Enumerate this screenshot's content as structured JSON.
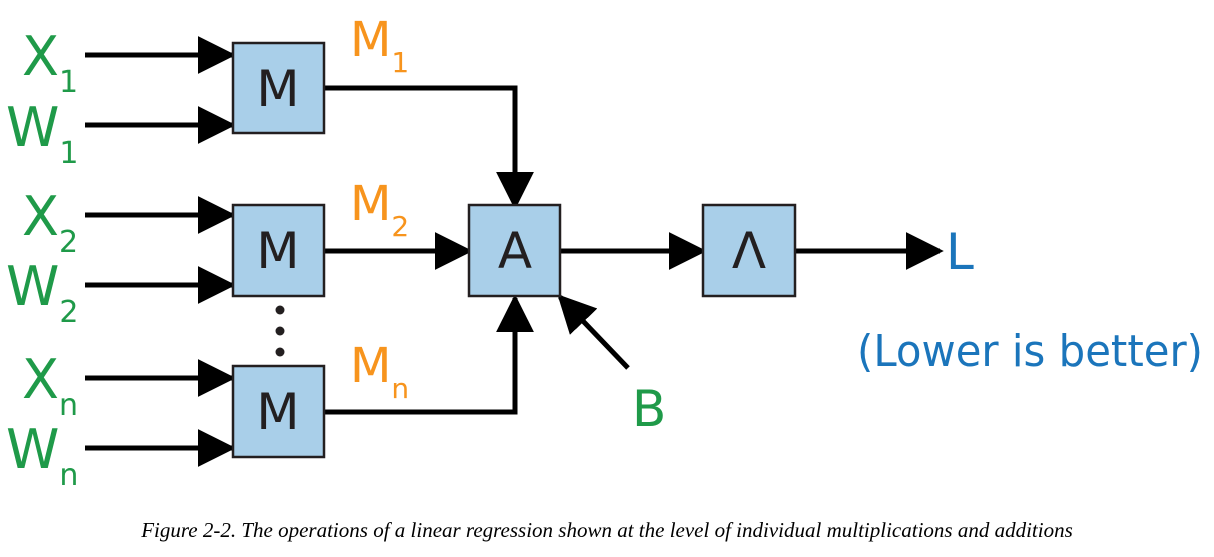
{
  "colors": {
    "input": "#1f9a49",
    "product": "#f7941d",
    "output": "#1b75bb",
    "box_fill": "#a9cfe9",
    "box_stroke": "#231f20",
    "arrow": "#000000"
  },
  "inputs": [
    {
      "x_base": "X",
      "x_sub": "1",
      "w_base": "W",
      "w_sub": "1"
    },
    {
      "x_base": "X",
      "x_sub": "2",
      "w_base": "W",
      "w_sub": "2"
    },
    {
      "x_base": "X",
      "x_sub": "n",
      "w_base": "W",
      "w_sub": "n"
    }
  ],
  "multiply_label": "M",
  "products": [
    {
      "base": "M",
      "sub": "1"
    },
    {
      "base": "M",
      "sub": "2"
    },
    {
      "base": "M",
      "sub": "n"
    }
  ],
  "add_label": "A",
  "loss_op_label": "Λ",
  "bias_label": "B",
  "output_label": "L",
  "output_note": "(Lower is better)",
  "caption": "Figure 2-2. The operations of a linear regression shown at the level of individual multiplications and additions"
}
